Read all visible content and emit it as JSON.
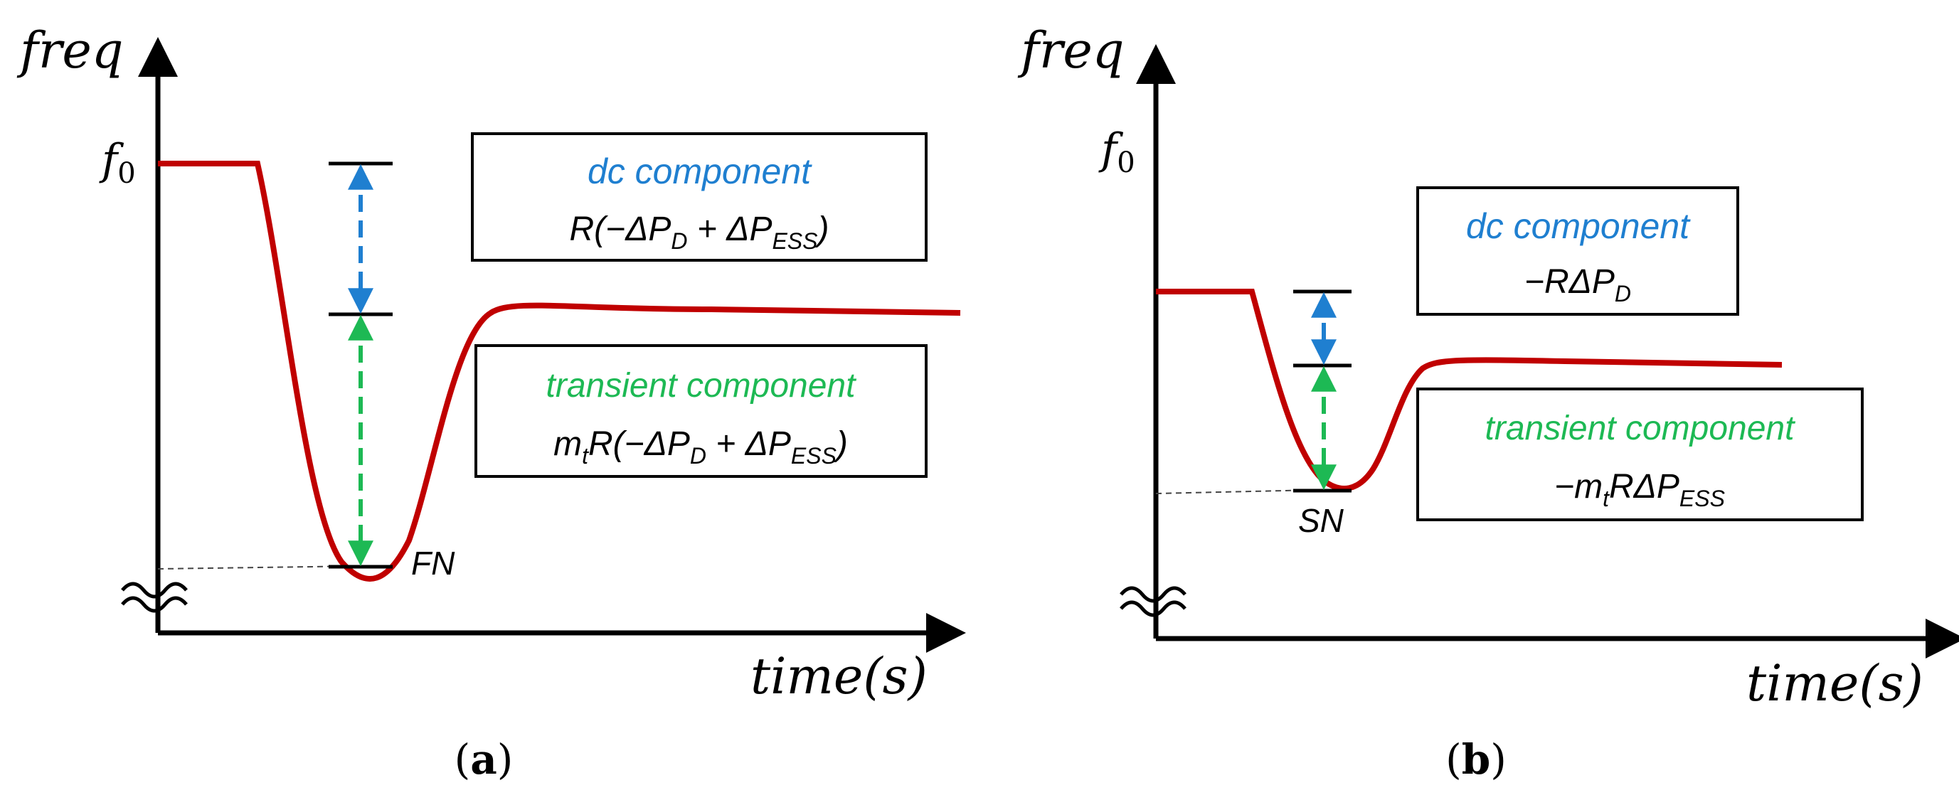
{
  "panels": {
    "a": {
      "caption": "a",
      "y_axis_label": "freq",
      "x_axis_label": "time(s)",
      "f0_label": {
        "base": "f",
        "sub": "0"
      },
      "nadir_label": "FN",
      "dc_box": {
        "title": "dc component",
        "formula": {
          "pre": "R(−ΔP",
          "sub1": "D",
          "mid": " + ΔP",
          "sub2": "ESS",
          "post": ")"
        }
      },
      "transient_box": {
        "title": "transient component",
        "formula": {
          "m": "m",
          "msub": "t",
          "pre": "R(−ΔP",
          "sub1": "D",
          "mid": " + ΔP",
          "sub2": "ESS",
          "post": ")"
        }
      }
    },
    "b": {
      "caption": "b",
      "y_axis_label": "freq",
      "x_axis_label": "time(s)",
      "f0_label": {
        "base": "f",
        "sub": "0"
      },
      "nadir_label": "SN",
      "dc_box": {
        "title": "dc component",
        "formula": {
          "pre": "−RΔP",
          "sub1": "D"
        }
      },
      "transient_box": {
        "title": "transient component",
        "formula": {
          "pre": "−m",
          "msub": "t",
          "mid": "RΔP",
          "sub2": "ESS"
        }
      }
    }
  },
  "colors": {
    "curve": "#c00000",
    "dc": "#1f7fd0",
    "transient": "#1db954",
    "axis": "#000000"
  },
  "icons": [
    "axis-break-icon"
  ]
}
